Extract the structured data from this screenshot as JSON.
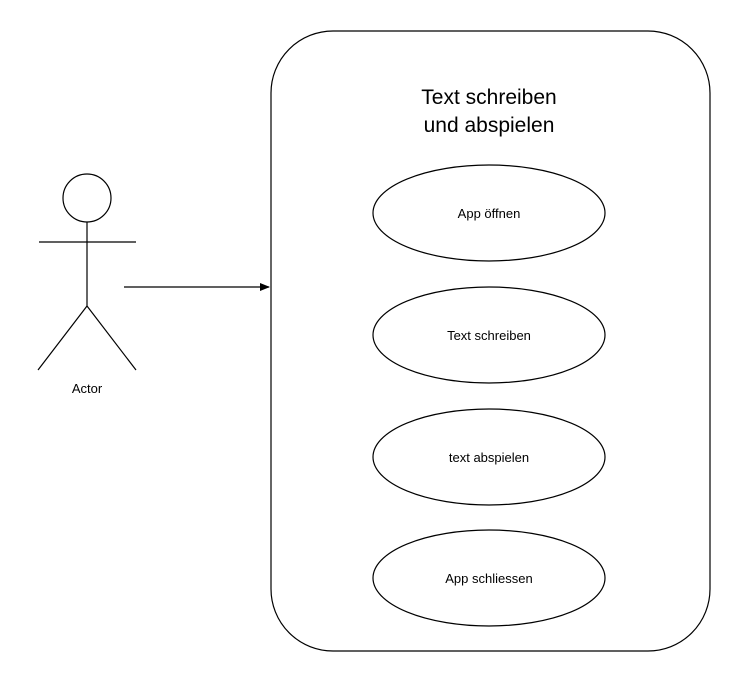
{
  "diagram": {
    "type": "use-case",
    "actor": {
      "label": "Actor"
    },
    "system": {
      "title_line1": "Text schreiben",
      "title_line2": "und abspielen"
    },
    "use_cases": [
      {
        "label": "App öffnen"
      },
      {
        "label": "Text schreiben"
      },
      {
        "label": "text abspielen"
      },
      {
        "label": "App schliessen"
      }
    ],
    "connection": {
      "from": "Actor",
      "to": "system",
      "arrow": "filled"
    }
  }
}
